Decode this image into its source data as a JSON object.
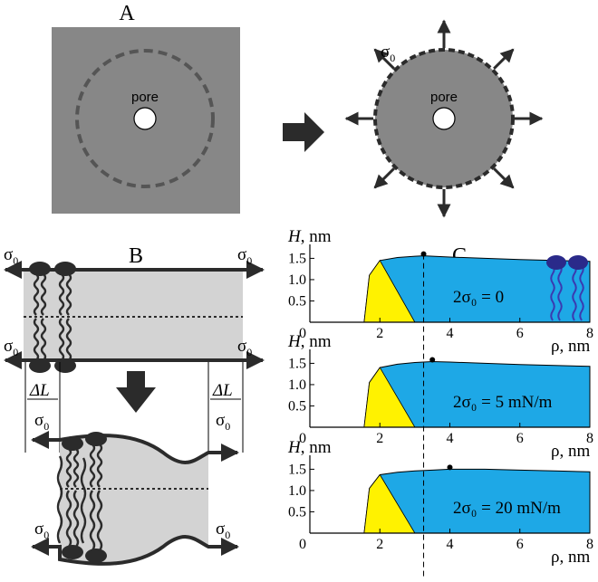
{
  "panel_labels": {
    "a": "A",
    "b": "B",
    "c": "C"
  },
  "panel_a": {
    "pore_left": "pore",
    "pore_right": "pore",
    "sigma_symbol": "σ",
    "sigma_subscript": "0"
  },
  "panel_b": {
    "sigma_symbol": "σ",
    "sigma_subscript": "0",
    "delta_l": "ΔL"
  },
  "panel_c": {
    "y_axis_label_italic": "H",
    "y_axis_label_unit": ", nm",
    "x_axis_label": "ρ, nm",
    "origin_label": "0"
  },
  "chart_data": [
    {
      "type": "area",
      "annotation": "2σ₀ = 0",
      "x": [
        1.55,
        1.7,
        2.0,
        2.5,
        3.0,
        3.25,
        4.0,
        5.0,
        6.0,
        7.0,
        8.0
      ],
      "y": [
        0.0,
        1.1,
        1.45,
        1.52,
        1.55,
        1.56,
        1.53,
        1.5,
        1.47,
        1.45,
        1.43
      ],
      "marker": {
        "x": 3.25,
        "y": 1.56
      },
      "x_ticks": [
        2,
        4,
        6,
        8
      ],
      "y_ticks": [
        0.5,
        1.0,
        1.5
      ],
      "xlim": [
        0,
        8
      ],
      "ylim": [
        0,
        1.7
      ],
      "xlabel": "ρ, nm",
      "ylabel": "H, nm"
    },
    {
      "type": "area",
      "annotation": "2σ₀ = 5 mN/m",
      "x": [
        1.55,
        1.7,
        2.0,
        2.5,
        3.0,
        3.5,
        4.0,
        5.0,
        6.0,
        7.0,
        8.0
      ],
      "y": [
        0.0,
        1.05,
        1.4,
        1.48,
        1.52,
        1.54,
        1.53,
        1.5,
        1.47,
        1.45,
        1.43
      ],
      "marker": {
        "x": 3.5,
        "y": 1.54
      },
      "x_ticks": [
        2,
        4,
        6,
        8
      ],
      "y_ticks": [
        0.5,
        1.0,
        1.5
      ],
      "xlim": [
        0,
        8
      ],
      "ylim": [
        0,
        1.7
      ],
      "xlabel": "ρ, nm",
      "ylabel": "H, nm"
    },
    {
      "type": "area",
      "annotation": "2σ₀ = 20 mN/m",
      "x": [
        1.55,
        1.7,
        2.0,
        2.5,
        3.0,
        3.5,
        4.0,
        5.0,
        6.0,
        7.0,
        8.0
      ],
      "y": [
        0.0,
        1.05,
        1.37,
        1.43,
        1.46,
        1.48,
        1.5,
        1.5,
        1.48,
        1.46,
        1.44
      ],
      "marker": {
        "x": 4.0,
        "y": 1.5
      },
      "x_ticks": [
        2,
        4,
        6,
        8
      ],
      "y_ticks": [
        0.5,
        1.0,
        1.5
      ],
      "xlim": [
        0,
        8
      ],
      "ylim": [
        0,
        1.7
      ],
      "xlabel": "ρ, nm",
      "ylabel": "H, nm"
    }
  ],
  "colors": {
    "membrane_gray": "#878787",
    "dashed_ring": "#555555",
    "arrow_dark": "#2b2b2b",
    "bilayer_fill": "#d3d3d3",
    "chart_fill": "#1ea8e6",
    "core_yellow": "#fff200",
    "lipid_head": "#2b2b2b",
    "lipid_head_blue": "#2a2a8a",
    "lipid_tail_blue": "#3a3ab0"
  }
}
